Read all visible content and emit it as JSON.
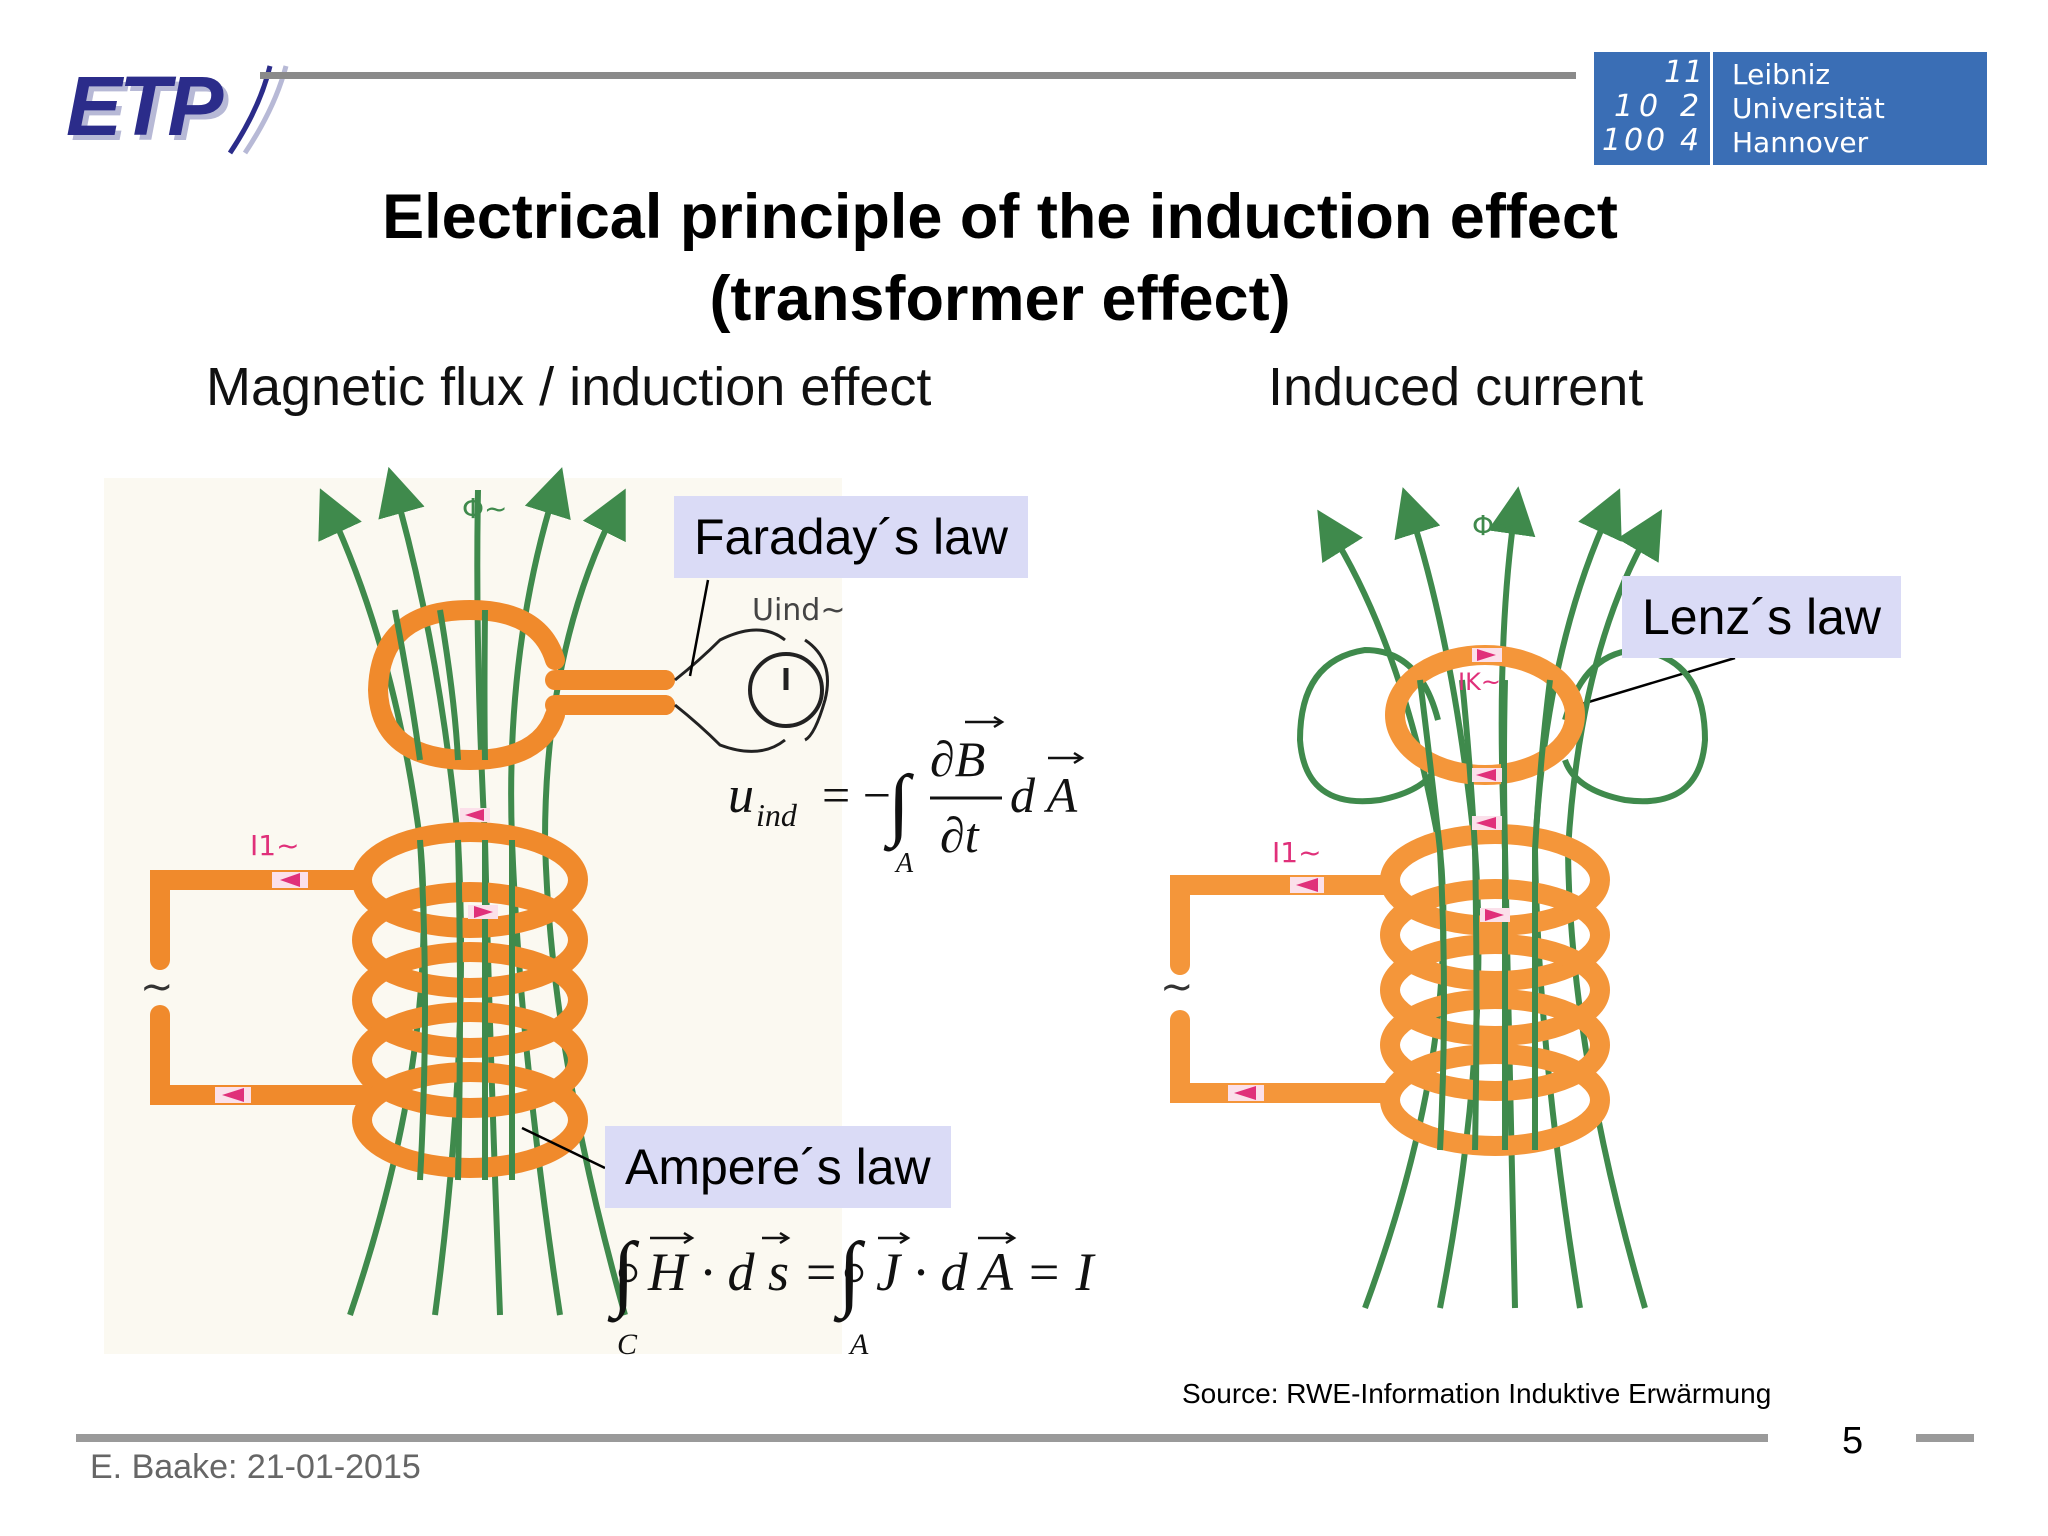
{
  "header": {
    "logo_text": "ETP",
    "university_name_lines": [
      "Leibniz",
      "Universität",
      "Hannover"
    ],
    "university_mark_digits": [
      "1",
      "1",
      "1",
      "0",
      "2",
      "1",
      "0",
      "0",
      "4"
    ]
  },
  "title_lines": [
    "Electrical principle of the induction effect",
    "(transformer effect)"
  ],
  "left_subhead": "Magnetic flux / induction effect",
  "right_subhead": "Induced current",
  "callouts": {
    "faraday": "Faraday´s law",
    "lenz": "Lenz´s law",
    "ampere": "Ampere´s law"
  },
  "diagram_labels": {
    "phi": "Φ~",
    "u_ind": "Uind~",
    "i1": "I1~",
    "ik": "IK~",
    "ac_source": "~"
  },
  "formulas": {
    "faraday": "u_ind = −∫_A (∂B⃗/∂t) dA⃗",
    "ampere": "∮_C H⃗ · ds⃗ = ∮_A J⃗ · dA⃗ = I"
  },
  "source_note": "Source: RWE-Information Induktive Erwärmung",
  "footer": {
    "page_number": "5",
    "author_date": "E. Baake: 21-01-2015"
  },
  "colors": {
    "coil": "#f08a2c",
    "field_lines": "#3f8a4c",
    "current_arrows": "#e0307a",
    "callout_bg": "#dadbf6",
    "logo_blue": "#3a6eb5",
    "etp_text": "#2b2c8a"
  }
}
